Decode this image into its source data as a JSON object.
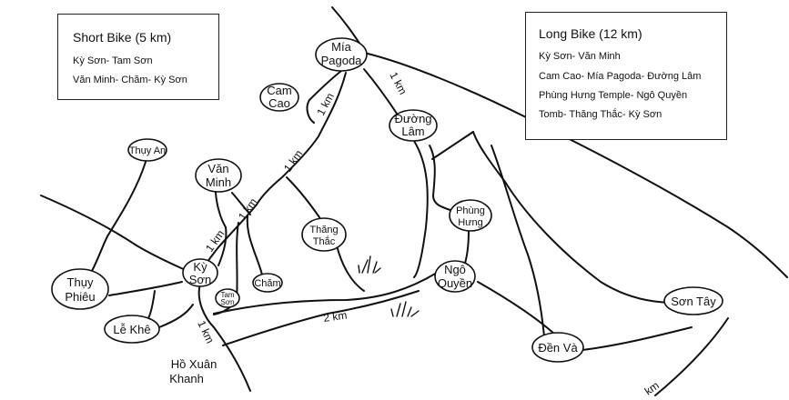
{
  "legend_short": {
    "title": "Short Bike (5 km)",
    "routes": [
      "Kỳ Sơn- Tam Sơn",
      "Văn Minh- Chăm- Kỳ Sơn"
    ]
  },
  "legend_long": {
    "title": "Long Bike (12 km)",
    "routes": [
      "Kỳ Sơn- Văn Minh",
      "Cam Cao- Mía Pagoda- Đường Lâm",
      "Phùng Hưng Temple- Ngô Quyền",
      "Tomb- Thăng Thắc- Kỳ Sơn"
    ]
  },
  "places": {
    "mia_pagoda": [
      "Mía",
      "Pagoda"
    ],
    "cam_cao": [
      "Cam",
      "Cao"
    ],
    "duong_lam": [
      "Đường",
      "Lâm"
    ],
    "thuy_an": "Thụy An",
    "van_minh": [
      "Văn",
      "Minh"
    ],
    "thang_thac": [
      "Thăng",
      "Thắc"
    ],
    "phung_hung": [
      "Phùng",
      "Hưng"
    ],
    "ky_son": [
      "Kỳ",
      "Sơn"
    ],
    "tam_son": [
      "Tam",
      "Sơn"
    ],
    "cham": "Chăm",
    "ngo_quyen": [
      "Ngô",
      "Quyền"
    ],
    "thuy_phieu": [
      "Thụy",
      "Phiêu"
    ],
    "le_khe": "Lễ Khê",
    "son_tay": "Sơn Tây",
    "den_va": "Đền Và",
    "ho_xuan_khanh": [
      "Hồ Xuân",
      "Khanh"
    ]
  },
  "distances": {
    "mia_cam": "1 km",
    "mia_duong": "1 km",
    "van_mia": "1 km",
    "van_minh_inner": "1 km",
    "ky_van": "1 km",
    "main_road": "2 km",
    "ho_xuan": "1 km",
    "edge": "km"
  },
  "colors": {
    "ink": "#111111",
    "background": "#ffffff"
  }
}
